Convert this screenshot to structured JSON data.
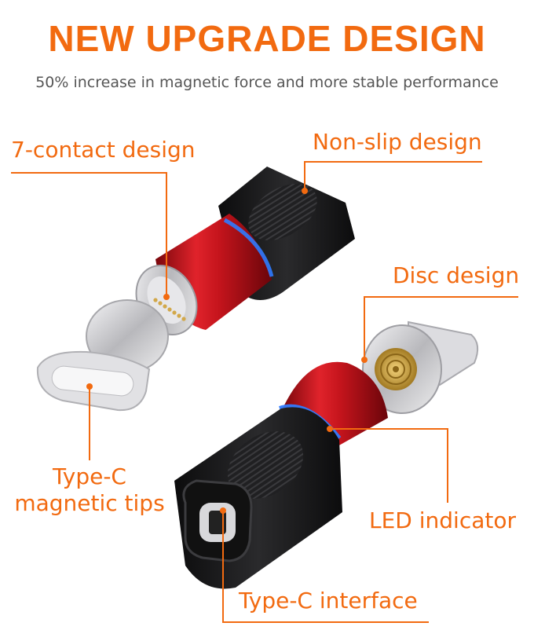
{
  "heading": {
    "title": "NEW UPGRADE DESIGN",
    "subtitle": "50% increase in magnetic force and more stable performance"
  },
  "callouts": {
    "seven_contact": "7-contact design",
    "non_slip": "Non-slip design",
    "disc": "Disc design",
    "type_c_tips_line1": "Type-C",
    "type_c_tips_line2": "magnetic tips",
    "led": "LED indicator",
    "type_c_interface": "Type-C interface"
  },
  "colors": {
    "accent": "#f26a10",
    "title": "#f26a10",
    "body_red": "#c4141c",
    "rubber": "#1d1d1f",
    "led_blue": "#2f7bff",
    "metal": "#c9c9cc"
  }
}
